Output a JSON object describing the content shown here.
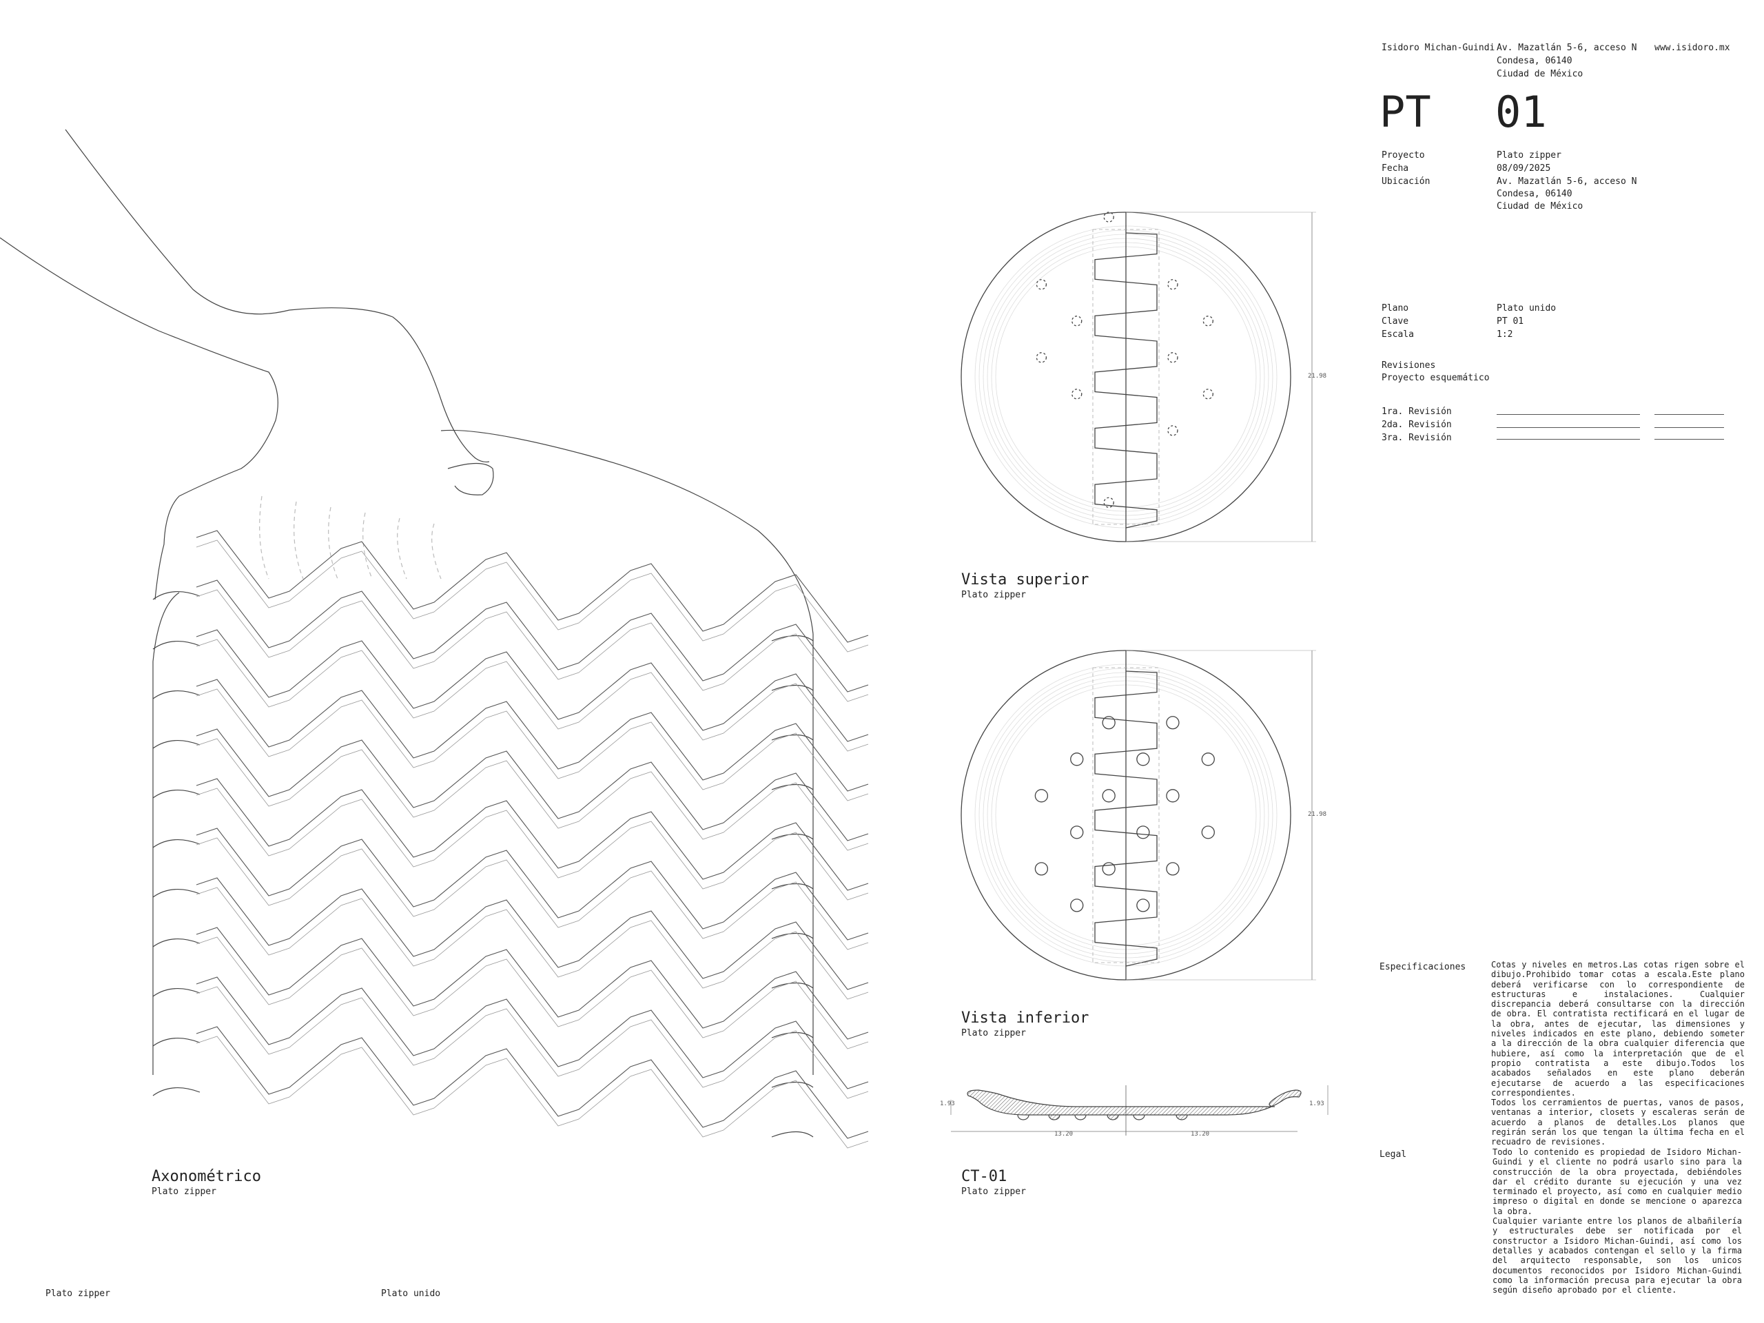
{
  "header": {
    "author": "Isidoro Michan-Guindi",
    "address": [
      "Av. Mazatlán 5-6, acceso N",
      "Condesa, 06140",
      "Ciudad de México"
    ],
    "website": "www.isidoro.mx"
  },
  "sheet": {
    "code_prefix": "PT",
    "code_number": "01"
  },
  "project_info": [
    {
      "label": "Proyecto",
      "value": "Plato zipper"
    },
    {
      "label": "Fecha",
      "value": "08/09/2025"
    },
    {
      "label": "Ubicación",
      "value": "Av. Mazatlán 5-6, acceso N",
      "extra": [
        "Condesa, 06140",
        "Ciudad de México"
      ]
    }
  ],
  "plan_info": [
    {
      "label": "Plano",
      "value": "Plato unido"
    },
    {
      "label": "Clave",
      "value": "PT 01"
    },
    {
      "label": "Escala",
      "value": "1:2"
    }
  ],
  "revisions": {
    "heading": "Revisiones",
    "status": "Proyecto esquemático",
    "items": [
      "1ra. Revisión",
      "2da. Revisión",
      "3ra. Revisión"
    ]
  },
  "specs": {
    "label": "Especificaciones",
    "text": "Cotas y niveles en metros.Las cotas rigen sobre el dibujo.Prohibido tomar cotas a escala.Este plano deberá verificarse con lo correspondiente de estructuras e instalaciones. Cualquier discrepancia deberá consultarse con la dirección de obra. El contratista rectificará en el lugar de la obra, antes de ejecutar, las dimensiones y niveles indicados en este plano, debiendo someter a la dirección de la obra cualquier diferencia que hubiere, así como la interpretación que de el propio contratista a este dibujo.Todos los acabados señalados en este plano deberán ejecutarse de acuerdo a las especificaciones correspondientes.",
    "text2": "Todos los cerramientos de puertas, vanos de pasos, ventanas a interior, closets y escaleras serán de acuerdo a planos de detalles.Los planos que regirán serán los que tengan la última fecha en el recuadro de revisiones."
  },
  "legal": {
    "label": "Legal",
    "text": "Todo lo contenido es propiedad de Isidoro Michan-Guindi y el cliente no podrá usarlo sino para la construcción de la obra proyectada, debiéndoles dar el crédito durante su ejecución y una vez terminado el proyecto, así como en cualquier medio impreso o digital en donde se mencione o aparezca la obra.",
    "text2": "Cualquier variante entre los planos de albañilería y estructurales debe ser notificada por el constructor a Isidoro Michan-Guindi, así como los detalles y acabados contengan el sello y la firma del arquitecto responsable, son los unicos documentos reconocidos por Isidoro Michan-Guindi como la información precusa para ejecutar la obra según diseño aprobado por el cliente."
  },
  "views": {
    "axo": {
      "title": "Axonométrico",
      "subtitle": "Plato zipper"
    },
    "top": {
      "title": "Vista superior",
      "subtitle": "Plato zipper",
      "dimension": "21.98"
    },
    "bottom": {
      "title": "Vista inferior",
      "subtitle": "Plato zipper",
      "dimension": "21.98"
    },
    "section": {
      "title": "CT-01",
      "subtitle": "Plato zipper",
      "height_left": "1.93",
      "height_right": "1.93",
      "width_left": "13.20",
      "width_right": "13.20"
    }
  },
  "footer": {
    "left": "Plato zipper",
    "right": "Plato unido"
  }
}
